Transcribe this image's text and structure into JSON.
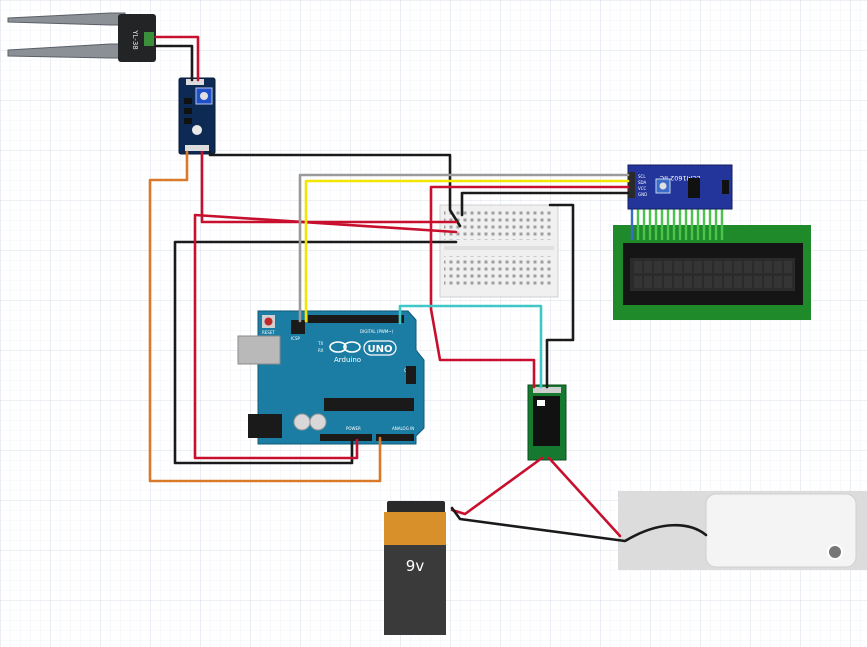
{
  "sensor": {
    "label": "YL-38"
  },
  "lcd": {
    "label": "LCM1602 IIC",
    "pins": [
      "SCL",
      "SDA",
      "VCC",
      "GND"
    ]
  },
  "arduino": {
    "brand": "Arduino",
    "model": "UNO",
    "reset_label": "RESET",
    "icsp_label": "ICSP",
    "digital_label": "DIGITAL (PWM~)",
    "analog_label": "ANALOG IN",
    "power_label": "POWER",
    "tx_label": "TX",
    "rx_label": "RX",
    "on_label": "ON"
  },
  "battery": {
    "label": "9v"
  },
  "colors": {
    "red": "#c8102e",
    "black": "#1a1a1a",
    "orange": "#d97a2b",
    "grey": "#9a9a9a",
    "yellow": "#f2e600",
    "cyan": "#3fc7c7",
    "arduino": "#1b7da3",
    "lcd_green": "#1f8a2a",
    "relay_green": "#157a30"
  }
}
